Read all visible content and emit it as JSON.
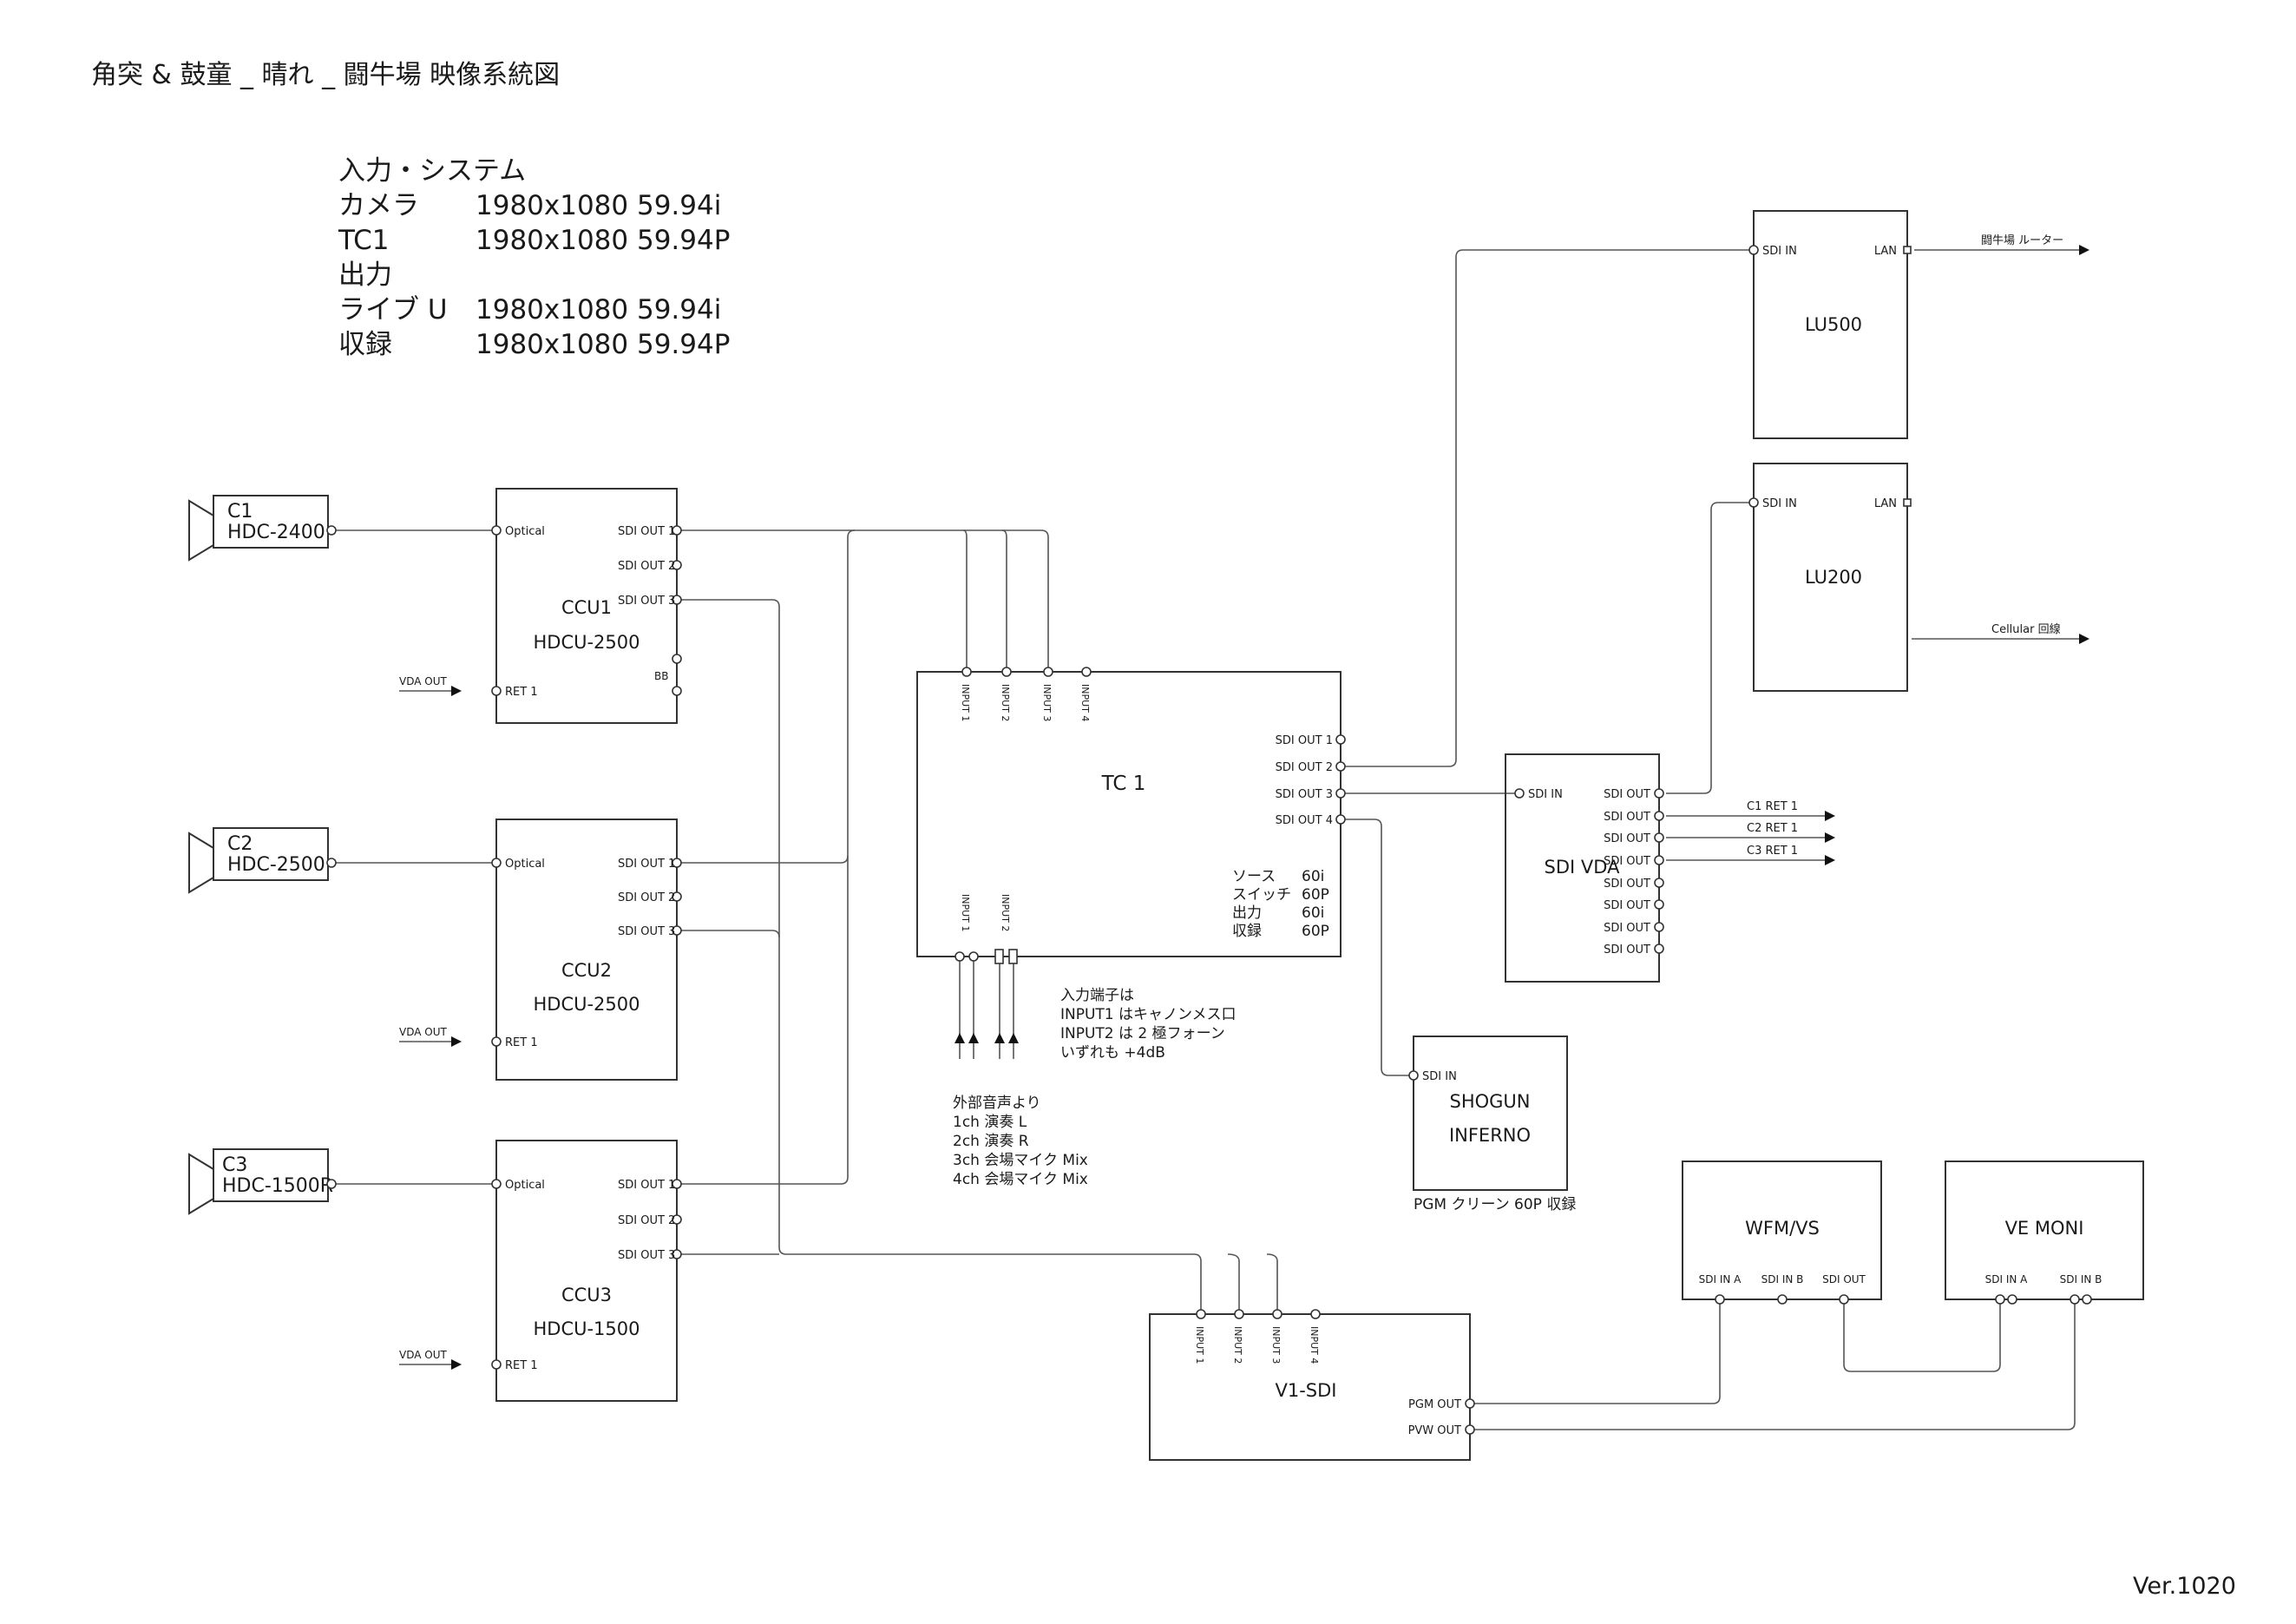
{
  "title": "角突 & 鼓童 _ 晴れ _ 闘牛場 映像系統図",
  "version": "Ver.1020",
  "system": {
    "lines": [
      {
        "label": "入力・システム",
        "value": ""
      },
      {
        "label": "カメラ",
        "value": "1980x1080 59.94i"
      },
      {
        "label": "TC1",
        "value": "1980x1080 59.94P"
      },
      {
        "label": "出力",
        "value": ""
      },
      {
        "label": "ライブ U",
        "value": "1980x1080 59.94i"
      },
      {
        "label": "収録",
        "value": "1980x1080 59.94P"
      }
    ]
  },
  "cameras": [
    {
      "id": "C1",
      "model": "HDC-2400"
    },
    {
      "id": "C2",
      "model": "HDC-2500"
    },
    {
      "id": "C3",
      "model": "HDC-1500R"
    }
  ],
  "ccus": [
    {
      "name": "CCU1",
      "model": "HDCU-2500",
      "bb": "BB"
    },
    {
      "name": "CCU2",
      "model": "HDCU-2500"
    },
    {
      "name": "CCU3",
      "model": "HDCU-1500"
    }
  ],
  "ccu_ports": {
    "optical": "Optical",
    "ret": "RET 1",
    "sdi_out_1": "SDI OUT 1",
    "sdi_out_2": "SDI OUT 2",
    "sdi_out_3": "SDI OUT 3",
    "vda_out": "VDA OUT"
  },
  "tc1": {
    "name": "TC 1",
    "inputs": [
      "INPUT 1",
      "INPUT 2",
      "INPUT 3",
      "INPUT 4"
    ],
    "audio_inputs": [
      "INPUT 1",
      "INPUT 2"
    ],
    "outputs": [
      "SDI OUT 1",
      "SDI OUT 2",
      "SDI OUT 3",
      "SDI OUT 4"
    ],
    "settings": [
      {
        "label": "ソース",
        "value": "60i"
      },
      {
        "label": "スイッチ",
        "value": "60P"
      },
      {
        "label": "出力",
        "value": "60i"
      },
      {
        "label": "収録",
        "value": "60P"
      }
    ]
  },
  "audio_note": [
    "入力端子は",
    "INPUT1 はキャノンメス口",
    "INPUT2 は 2 極フォーン",
    "いずれも +4dB"
  ],
  "external_audio": [
    "外部音声より",
    "1ch 演奏 L",
    "2ch 演奏 R",
    "3ch 会場マイク Mix",
    "4ch 会場マイク Mix"
  ],
  "lu500": {
    "name": "LU500",
    "sdi_in": "SDI IN",
    "lan": "LAN",
    "lan_out": "闘牛場 ルーター"
  },
  "lu200": {
    "name": "LU200",
    "sdi_in": "SDI IN",
    "lan": "LAN",
    "cellular": "Cellular 回線"
  },
  "sdi_vda": {
    "name": "SDI VDA",
    "sdi_in": "SDI IN",
    "sdi_out": "SDI OUT",
    "returns": [
      "C1 RET 1",
      "C2 RET 1",
      "C3 RET 1"
    ]
  },
  "shogun": {
    "name1": "SHOGUN",
    "name2": "INFERNO",
    "sdi_in": "SDI IN",
    "caption": "PGM クリーン 60P 収録"
  },
  "v1sdi": {
    "name": "V1-SDI",
    "inputs": [
      "INPUT 1",
      "INPUT 2",
      "INPUT 3",
      "INPUT 4"
    ],
    "pgm_out": "PGM OUT",
    "pvw_out": "PVW OUT"
  },
  "wfm": {
    "name": "WFM/VS",
    "sdi_in_a": "SDI IN A",
    "sdi_in_b": "SDI IN B",
    "sdi_out": "SDI OUT"
  },
  "vemoni": {
    "name": "VE MONI",
    "sdi_in_a": "SDI IN A",
    "sdi_in_b": "SDI IN B"
  }
}
